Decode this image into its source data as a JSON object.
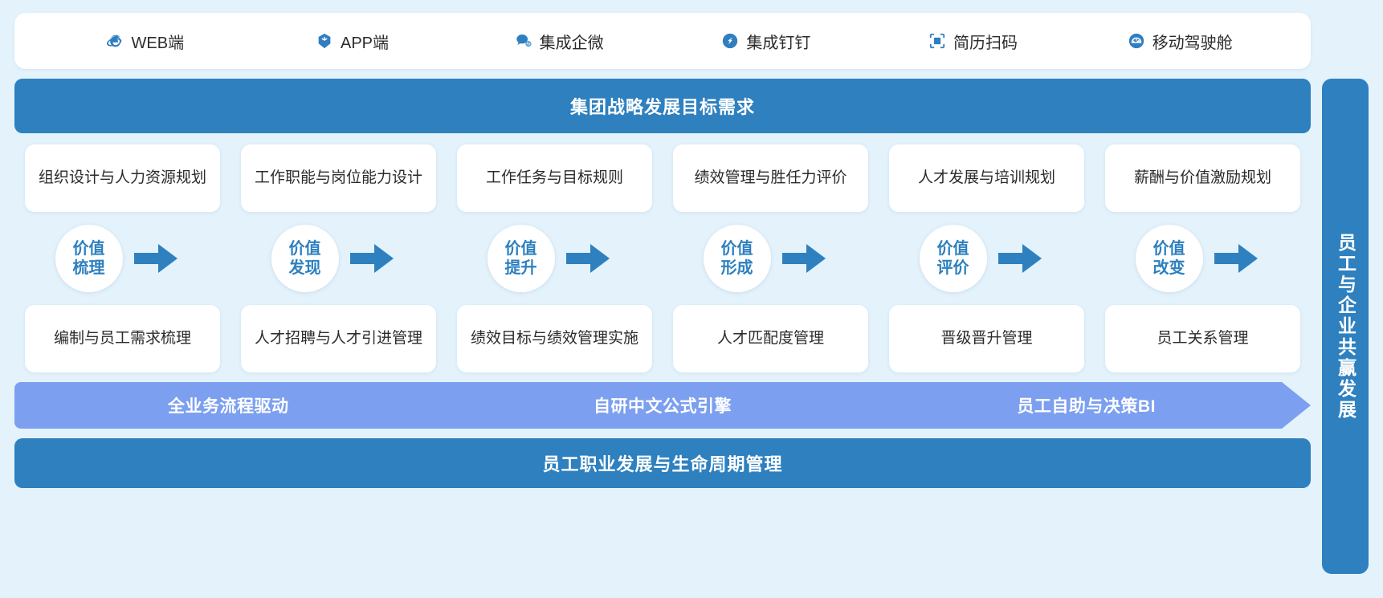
{
  "theme": {
    "page_bg": "#e3f2fb",
    "banner_blue": "#2e80bf",
    "chevron_blue": "#7c9ff0",
    "card_white": "#ffffff",
    "accent_text": "#2e80bf"
  },
  "channels": [
    {
      "label": "WEB端",
      "icon": "ie-browser-icon"
    },
    {
      "label": "APP端",
      "icon": "cube-app-icon"
    },
    {
      "label": "集成企微",
      "icon": "wecom-chat-icon"
    },
    {
      "label": "集成钉钉",
      "icon": "dingtalk-icon"
    },
    {
      "label": "简历扫码",
      "icon": "scan-code-icon"
    },
    {
      "label": "移动驾驶舱",
      "icon": "dashboard-gauge-icon"
    }
  ],
  "top_banner": {
    "title": "集团战略发展目标需求"
  },
  "bottom_banner": {
    "title": "员工职业发展与生命周期管理"
  },
  "side_bar": {
    "title": "员工与企业共赢发展"
  },
  "top_cards": [
    "组织设计与人力资源规划",
    "工作职能与岗位能力设计",
    "工作任务与目标规则",
    "绩效管理与胜任力评价",
    "人才发展与培训规划",
    "薪酬与价值激励规划"
  ],
  "stages": [
    {
      "line1": "价值",
      "line2": "梳理"
    },
    {
      "line1": "价值",
      "line2": "发现"
    },
    {
      "line1": "价值",
      "line2": "提升"
    },
    {
      "line1": "价值",
      "line2": "形成"
    },
    {
      "line1": "价值",
      "line2": "评价"
    },
    {
      "line1": "价值",
      "line2": "改变"
    }
  ],
  "bottom_cards": [
    "编制与员工需求梳理",
    "人才招聘与人才引进管理",
    "绩效目标与绩效管理实施",
    "人才匹配度管理",
    "晋级晋升管理",
    "员工关系管理"
  ],
  "chevron_band": [
    "全业务流程驱动",
    "自研中文公式引擎",
    "员工自助与决策BI"
  ]
}
